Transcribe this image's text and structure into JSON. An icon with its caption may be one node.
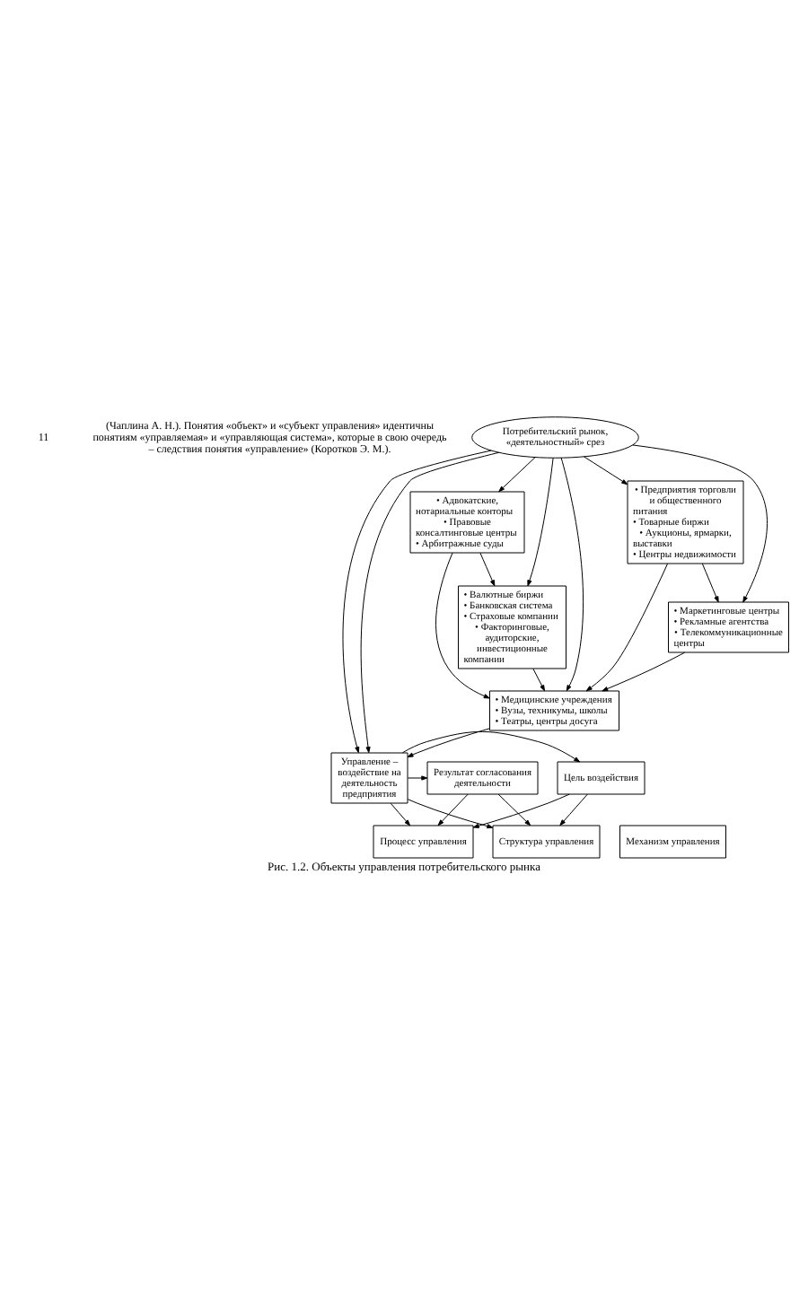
{
  "diagram": {
    "caption": "Рис. 1.2. Объекты управления потребительского рынка",
    "nodes": [
      {
        "text": [
          "Потребительский рынок, «деятельностный» срез"
        ]
      },
      {
        "text": [
          "• Предприятия торговли и общественного питания",
          "• Товарные биржи",
          "• Аукционы, ярмарки, выставки",
          "• Центры недвижимости"
        ]
      },
      {
        "text": [
          "• Адвокатские, нотариальные конторы",
          "• Правовые консалтинговые центры",
          "• Арбитражные суды"
        ]
      },
      {
        "text": [
          "• Маркетинговые центры",
          "• Рекламные агентства",
          "• Телекоммуникационные центры"
        ]
      },
      {
        "text": [
          "• Валютные биржи",
          "• Банковская система",
          "• Страховые компании",
          "• Факторинговые, аудиторские, инвестиционные компании"
        ]
      },
      {
        "text": [
          "• Медицинские учреждения",
          "• Вузы, техникумы, школы",
          "• Театры, центры досуга"
        ]
      },
      {
        "text": [
          "Управление – воздействие на деятельность предприятия"
        ]
      },
      {
        "text": [
          "Цель воздействия"
        ]
      },
      {
        "text": [
          "Результат согласования деятельности"
        ]
      },
      {
        "text": [
          "Структура управления"
        ]
      },
      {
        "text": [
          "Механизм управления"
        ]
      },
      {
        "text": [
          "Процесс управления"
        ]
      }
    ],
    "edges": [
      {
        "from": 0,
        "to": 1,
        "arrow": "to"
      },
      {
        "from": 0,
        "to": 2,
        "arrow": "to"
      },
      {
        "from": 0,
        "to": 3,
        "arrow": "to"
      },
      {
        "from": 0,
        "to": 4,
        "arrow": "to"
      },
      {
        "from": 0,
        "to": 5,
        "arrow": "to"
      },
      {
        "from": 0,
        "to": 6,
        "arrow": "to"
      },
      {
        "from": 0,
        "to": 6,
        "arrow": "to"
      },
      {
        "from": 1,
        "to": 3,
        "arrow": "to"
      },
      {
        "from": 2,
        "to": 4,
        "arrow": "to"
      },
      {
        "from": 1,
        "to": 5,
        "arrow": "to"
      },
      {
        "from": 3,
        "to": 5,
        "arrow": "to"
      },
      {
        "from": 4,
        "to": 5,
        "arrow": "to"
      },
      {
        "from": 2,
        "to": 5,
        "arrow": "to"
      },
      {
        "from": 5,
        "to": 6,
        "arrow": "to"
      },
      {
        "from": 6,
        "to": 7,
        "arrow": "to"
      },
      {
        "from": 6,
        "to": 8,
        "arrow": "to"
      },
      {
        "from": 6,
        "to": 9,
        "arrow": "to"
      },
      {
        "from": 6,
        "to": 11,
        "arrow": "to"
      },
      {
        "from": 7,
        "to": 9,
        "arrow": "to"
      },
      {
        "from": 7,
        "to": 11,
        "arrow": "to"
      },
      {
        "from": 8,
        "to": 9,
        "arrow": "to"
      },
      {
        "from": 8,
        "to": 11,
        "arrow": "to"
      }
    ],
    "labels": [
      "11",
      "(Чаплина А. Н.). Понятия «объект» и «субъект управления» идентичны понятиям «управляемая» и «управляющая система», которые в свою очередь – следствия понятия «управление» (Коротков Э. М.)."
    ]
  }
}
